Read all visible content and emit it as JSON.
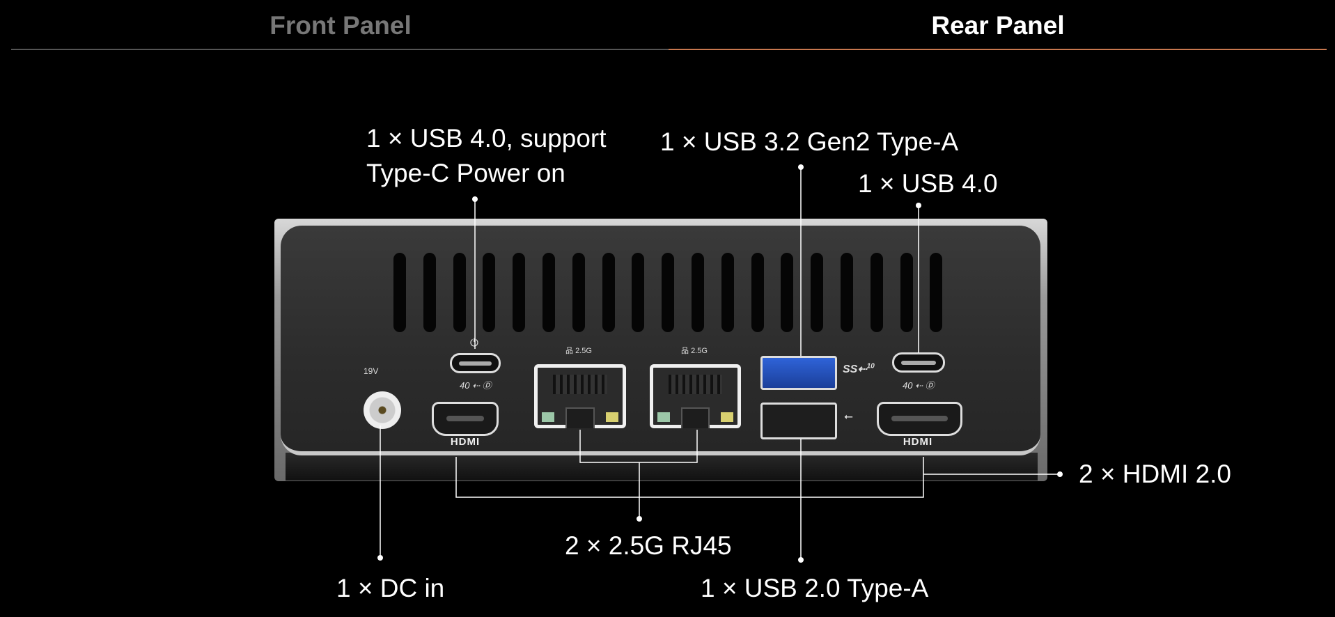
{
  "tabs": [
    {
      "label": "Front Panel",
      "active": false
    },
    {
      "label": "Rear Panel",
      "active": true
    }
  ],
  "colors": {
    "active_underline": "#c8784f",
    "inactive_underline": "#555555",
    "inactive_tab": "#777777",
    "usb3_blue": "#2f63d8"
  },
  "callouts": {
    "usb4_power_line1": "1 × USB 4.0, support",
    "usb4_power_line2": "Type-C Power on",
    "usb32": "1 × USB 3.2 Gen2 Type-A",
    "usb4": "1 × USB 4.0",
    "hdmi": "2 × HDMI 2.0",
    "rj45": "2 × 2.5G RJ45",
    "dc": "1 × DC in",
    "usb20": "1 × USB 2.0 Type-A"
  },
  "port_marks": {
    "dc_voltage": "19V",
    "lan1_speed": "2.5G",
    "lan2_speed": "2.5G",
    "hdmi1": "HDMI",
    "hdmi2": "HDMI",
    "usb3_ss": "SS",
    "usb3_speed": "10",
    "usbc1_logo": "40",
    "usbc2_logo": "40"
  }
}
